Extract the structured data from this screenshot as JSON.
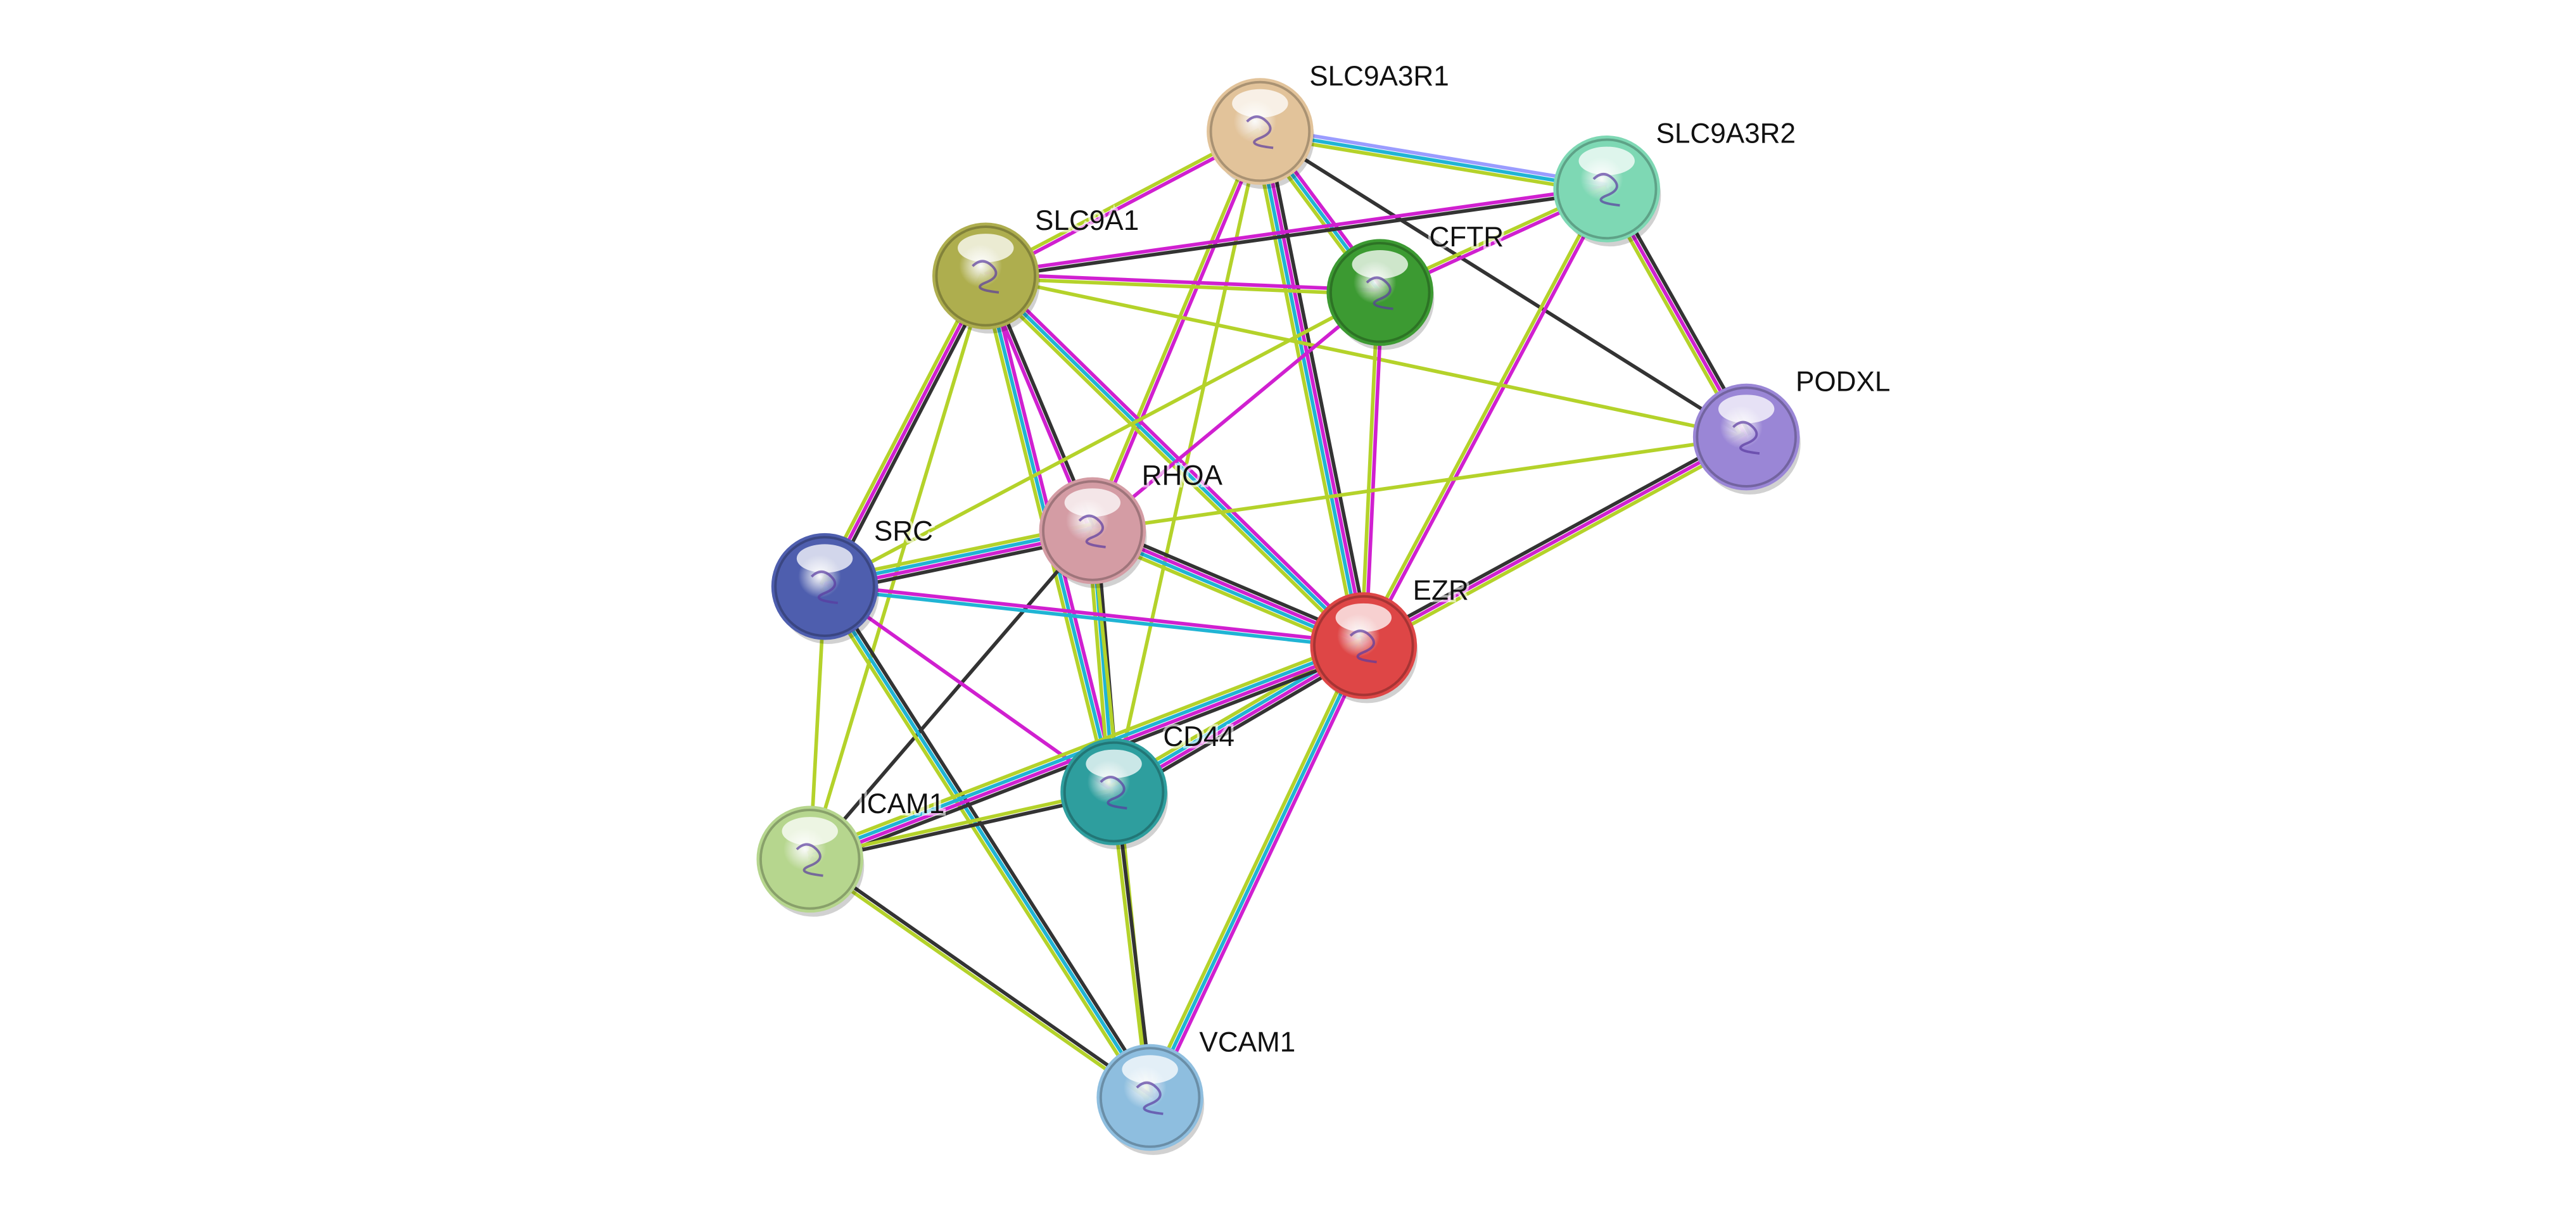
{
  "nodes": [
    {
      "id": "SLC9A3R1",
      "label": "SLC9A3R1",
      "color": "#e2c39a"
    },
    {
      "id": "SLC9A3R2",
      "label": "SLC9A3R2",
      "color": "#7ed8b4"
    },
    {
      "id": "SLC9A1",
      "label": "SLC9A1",
      "color": "#aeae4e"
    },
    {
      "id": "CFTR",
      "label": "CFTR",
      "color": "#3c9a32"
    },
    {
      "id": "PODXL",
      "label": "PODXL",
      "color": "#9a86d6"
    },
    {
      "id": "RHOA",
      "label": "RHOA",
      "color": "#d49ca4"
    },
    {
      "id": "SRC",
      "label": "SRC",
      "color": "#4e5eae"
    },
    {
      "id": "EZR",
      "label": "EZR",
      "color": "#de4646"
    },
    {
      "id": "CD44",
      "label": "CD44",
      "color": "#2e9e9e"
    },
    {
      "id": "ICAM1",
      "label": "ICAM1",
      "color": "#b6d68e"
    },
    {
      "id": "VCAM1",
      "label": "VCAM1",
      "color": "#8ebedf"
    }
  ],
  "evidence_colors": {
    "coexpression": "#333333",
    "experiments": "#d020d0",
    "databases": "#20b4d4",
    "textmining": "#b4d22a",
    "homology": "#9a9cff"
  },
  "edges": [
    {
      "a": "SLC9A3R1",
      "b": "SLC9A3R2",
      "ev": [
        "homology",
        "databases",
        "textmining"
      ]
    },
    {
      "a": "SLC9A3R1",
      "b": "SLC9A1",
      "ev": [
        "experiments",
        "textmining"
      ]
    },
    {
      "a": "SLC9A3R1",
      "b": "CFTR",
      "ev": [
        "experiments",
        "databases",
        "textmining"
      ]
    },
    {
      "a": "SLC9A3R1",
      "b": "EZR",
      "ev": [
        "coexpression",
        "experiments",
        "databases",
        "textmining"
      ]
    },
    {
      "a": "SLC9A3R1",
      "b": "RHOA",
      "ev": [
        "experiments",
        "textmining"
      ]
    },
    {
      "a": "SLC9A3R1",
      "b": "PODXL",
      "ev": [
        "coexpression"
      ]
    },
    {
      "a": "SLC9A3R1",
      "b": "CD44",
      "ev": [
        "textmining"
      ]
    },
    {
      "a": "SLC9A3R2",
      "b": "SLC9A1",
      "ev": [
        "coexpression",
        "experiments"
      ]
    },
    {
      "a": "SLC9A3R2",
      "b": "CFTR",
      "ev": [
        "experiments",
        "textmining"
      ]
    },
    {
      "a": "SLC9A3R2",
      "b": "EZR",
      "ev": [
        "experiments",
        "textmining"
      ]
    },
    {
      "a": "SLC9A3R2",
      "b": "PODXL",
      "ev": [
        "coexpression",
        "experiments",
        "textmining"
      ]
    },
    {
      "a": "SLC9A1",
      "b": "CFTR",
      "ev": [
        "experiments",
        "textmining"
      ]
    },
    {
      "a": "SLC9A1",
      "b": "SRC",
      "ev": [
        "coexpression",
        "experiments",
        "textmining"
      ]
    },
    {
      "a": "SLC9A1",
      "b": "RHOA",
      "ev": [
        "coexpression",
        "experiments"
      ]
    },
    {
      "a": "SLC9A1",
      "b": "CD44",
      "ev": [
        "experiments",
        "databases",
        "textmining"
      ]
    },
    {
      "a": "SLC9A1",
      "b": "EZR",
      "ev": [
        "experiments",
        "databases",
        "textmining"
      ]
    },
    {
      "a": "SLC9A1",
      "b": "ICAM1",
      "ev": [
        "textmining"
      ]
    },
    {
      "a": "SLC9A1",
      "b": "PODXL",
      "ev": [
        "textmining"
      ]
    },
    {
      "a": "CFTR",
      "b": "EZR",
      "ev": [
        "experiments",
        "textmining"
      ]
    },
    {
      "a": "CFTR",
      "b": "SRC",
      "ev": [
        "textmining"
      ]
    },
    {
      "a": "CFTR",
      "b": "RHOA",
      "ev": [
        "experiments"
      ]
    },
    {
      "a": "RHOA",
      "b": "EZR",
      "ev": [
        "coexpression",
        "experiments",
        "databases",
        "textmining"
      ]
    },
    {
      "a": "RHOA",
      "b": "SRC",
      "ev": [
        "coexpression",
        "experiments",
        "databases",
        "textmining"
      ]
    },
    {
      "a": "RHOA",
      "b": "CD44",
      "ev": [
        "coexpression",
        "databases",
        "textmining"
      ]
    },
    {
      "a": "RHOA",
      "b": "ICAM1",
      "ev": [
        "coexpression"
      ]
    },
    {
      "a": "RHOA",
      "b": "PODXL",
      "ev": [
        "textmining"
      ]
    },
    {
      "a": "RHOA",
      "b": "VCAM1",
      "ev": [
        "textmining"
      ]
    },
    {
      "a": "SRC",
      "b": "EZR",
      "ev": [
        "experiments",
        "databases"
      ]
    },
    {
      "a": "SRC",
      "b": "CD44",
      "ev": [
        "experiments"
      ]
    },
    {
      "a": "SRC",
      "b": "ICAM1",
      "ev": [
        "textmining"
      ]
    },
    {
      "a": "SRC",
      "b": "VCAM1",
      "ev": [
        "coexpression",
        "databases",
        "textmining"
      ]
    },
    {
      "a": "EZR",
      "b": "CD44",
      "ev": [
        "coexpression",
        "experiments",
        "databases",
        "textmining"
      ]
    },
    {
      "a": "EZR",
      "b": "ICAM1",
      "ev": [
        "coexpression",
        "experiments",
        "databases",
        "textmining"
      ]
    },
    {
      "a": "EZR",
      "b": "VCAM1",
      "ev": [
        "experiments",
        "databases",
        "textmining"
      ]
    },
    {
      "a": "EZR",
      "b": "PODXL",
      "ev": [
        "coexpression",
        "experiments",
        "textmining"
      ]
    },
    {
      "a": "CD44",
      "b": "ICAM1",
      "ev": [
        "coexpression",
        "textmining"
      ]
    },
    {
      "a": "CD44",
      "b": "VCAM1",
      "ev": [
        "coexpression",
        "textmining"
      ]
    },
    {
      "a": "ICAM1",
      "b": "VCAM1",
      "ev": [
        "coexpression",
        "textmining"
      ]
    }
  ]
}
